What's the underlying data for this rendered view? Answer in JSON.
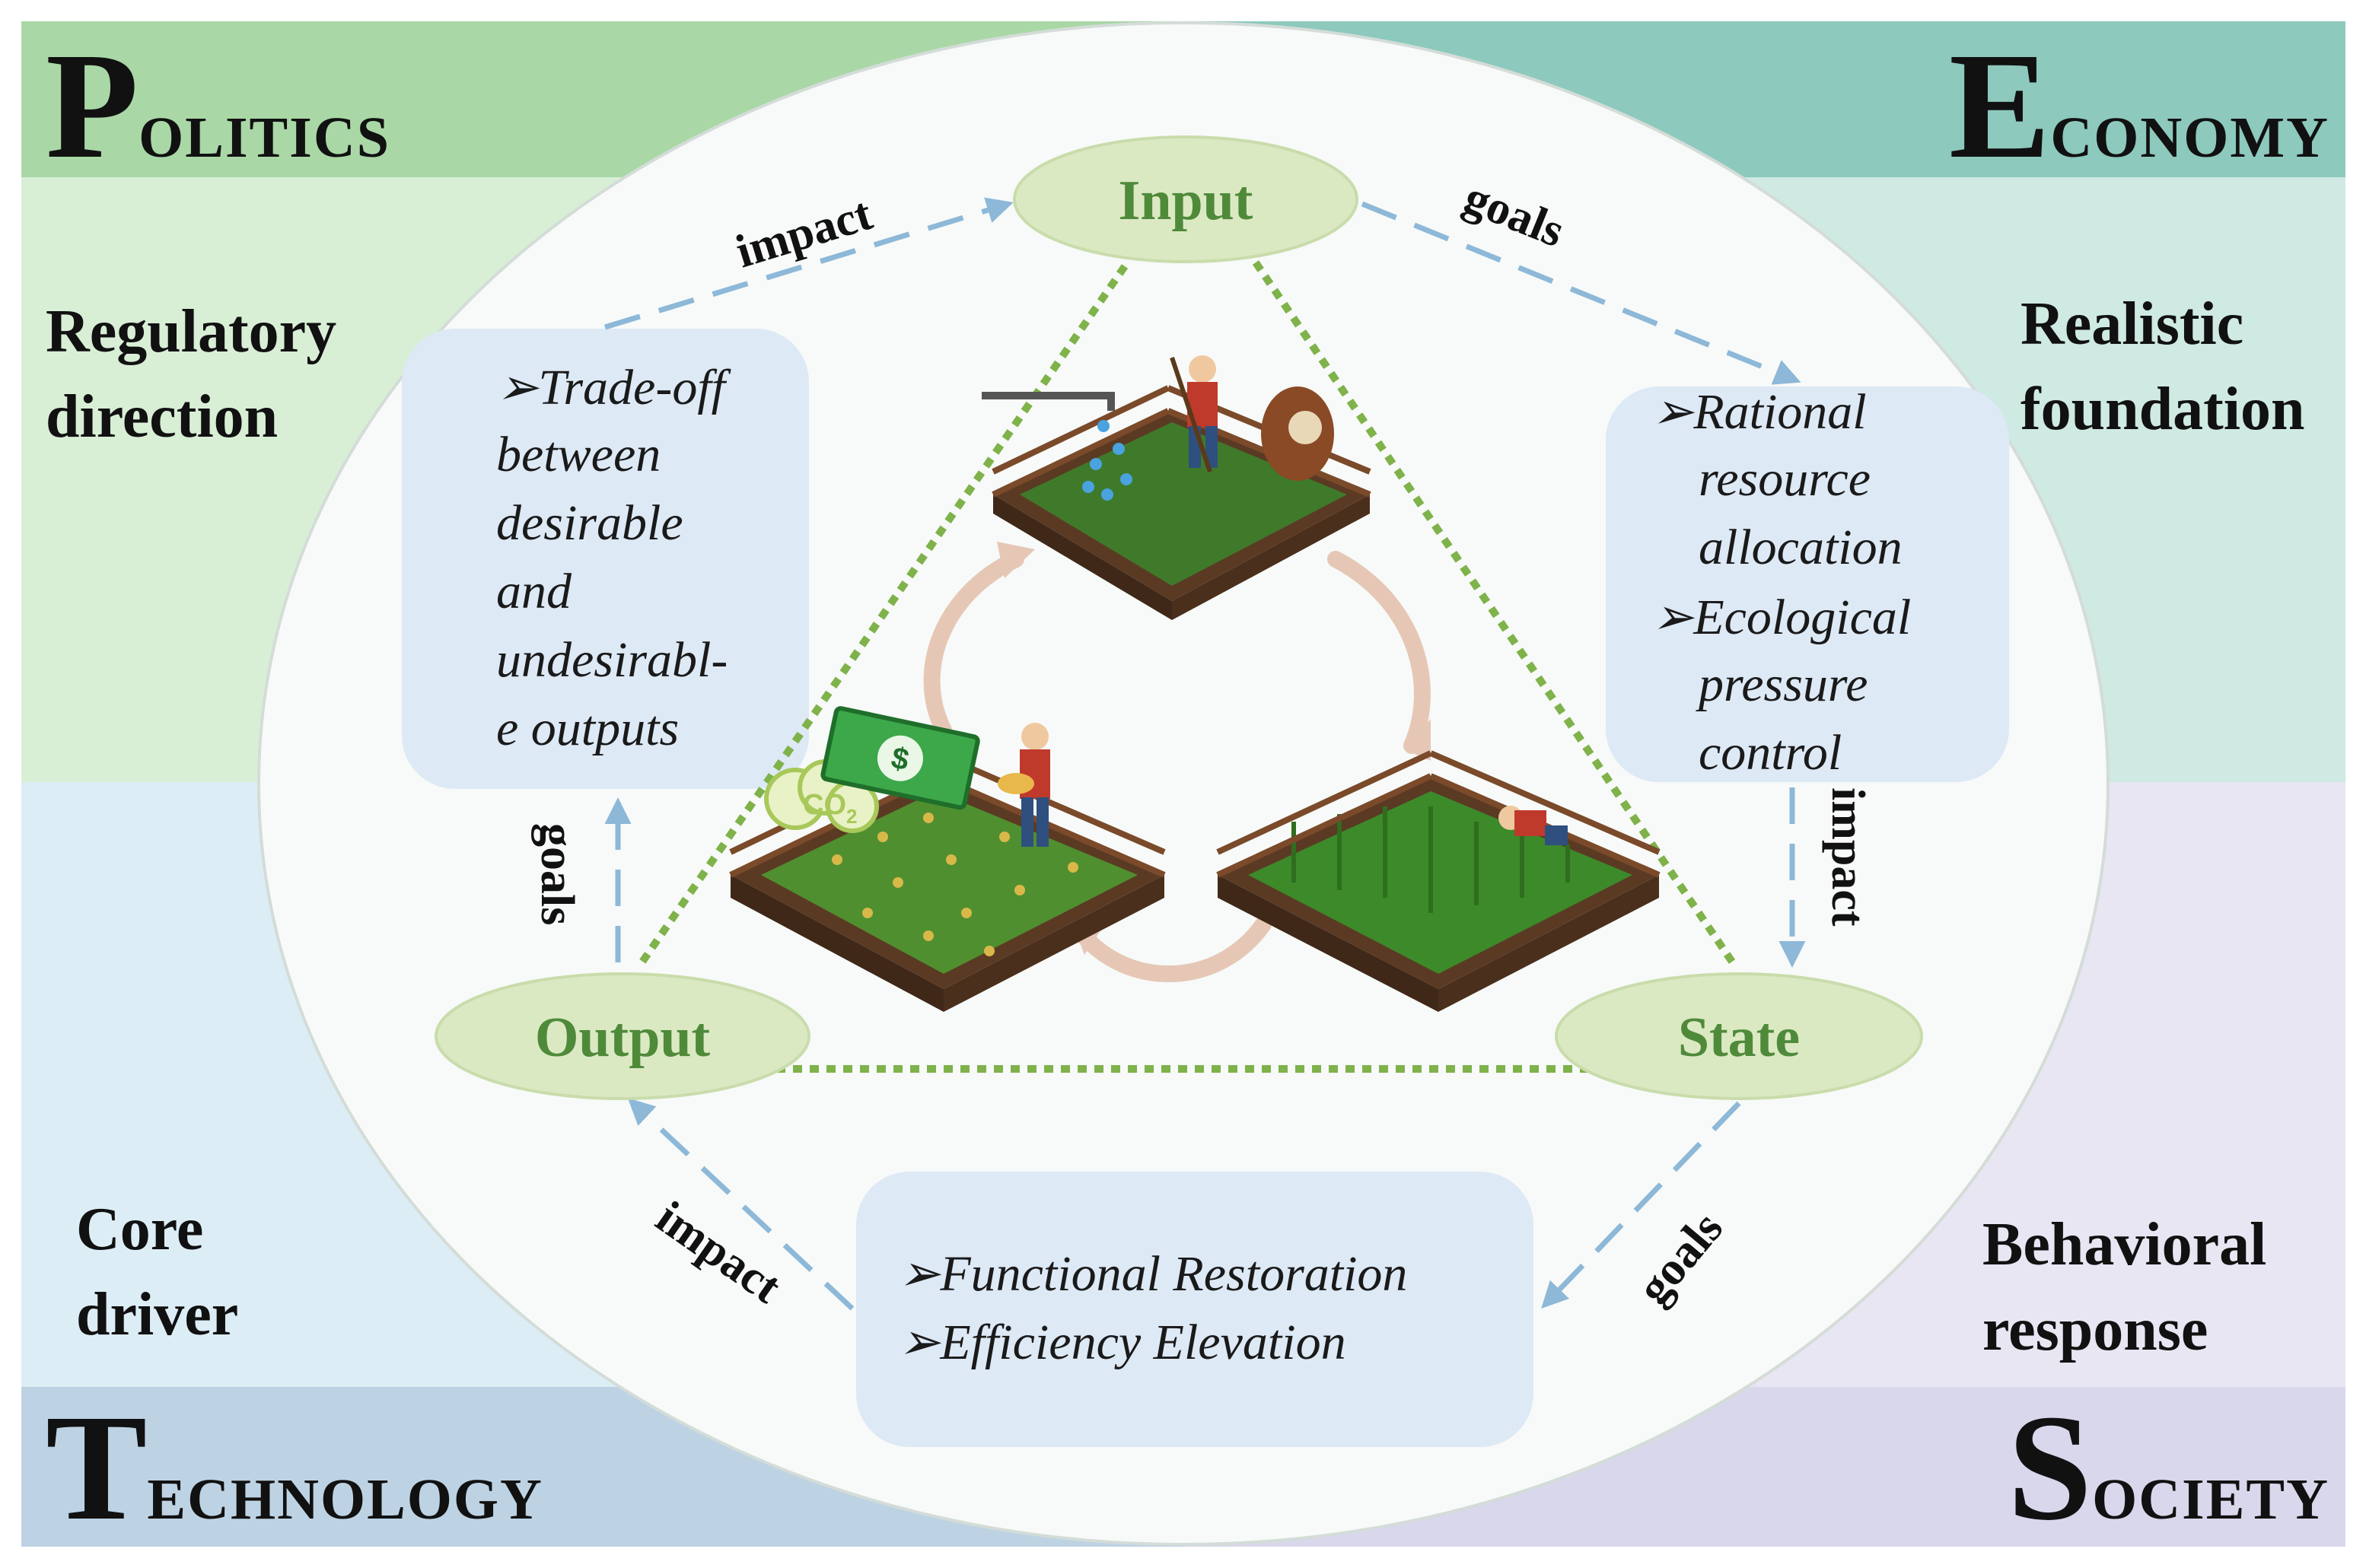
{
  "quadrants": {
    "politics": {
      "initial": "P",
      "rest": "OLITICS",
      "color": "#a9d8a6"
    },
    "economy": {
      "initial": "E",
      "rest": "CONOMY",
      "color": "#8dc9bd"
    },
    "technology": {
      "initial": "T",
      "rest": "ECHNOLOGY",
      "color": "#bdd3e4"
    },
    "society": {
      "initial": "S",
      "rest": "OCIETY",
      "color": "#d9d7ec"
    }
  },
  "side_labels": {
    "top_left": [
      "Regulatory",
      "direction"
    ],
    "top_right": [
      "Realistic",
      "foundation"
    ],
    "bottom_left": [
      "Core",
      "driver"
    ],
    "bottom_right": [
      "Behavioral",
      "response"
    ]
  },
  "nodes": {
    "input": "Input",
    "output": "Output",
    "state": "State"
  },
  "flow_labels": {
    "output_to_input": "impact",
    "input_to_state": "goals",
    "state_downward": "impact",
    "output_upward": "goals",
    "bottom_to_output": "impact",
    "state_to_bottom": "goals"
  },
  "boxes": {
    "left": [
      "Trade-off",
      "between",
      "desirable",
      "and",
      "undesirabl-",
      "e outputs"
    ],
    "right": [
      "Rational",
      "resource",
      "allocation",
      "Ecological",
      "pressure",
      "control"
    ],
    "bottom": [
      "Functional Restoration",
      "Efficiency Elevation"
    ]
  },
  "bullet_symbol": "➢",
  "illustration_text": {
    "co2": "CO",
    "co2_sub": "2",
    "money": "$"
  },
  "colors": {
    "node_fill": "#dbe9c3",
    "node_text": "#4f8a3a",
    "dotted_triangle": "#7fb24a",
    "arrow": "#8db8d8",
    "box_fill": "#dde9f5"
  }
}
